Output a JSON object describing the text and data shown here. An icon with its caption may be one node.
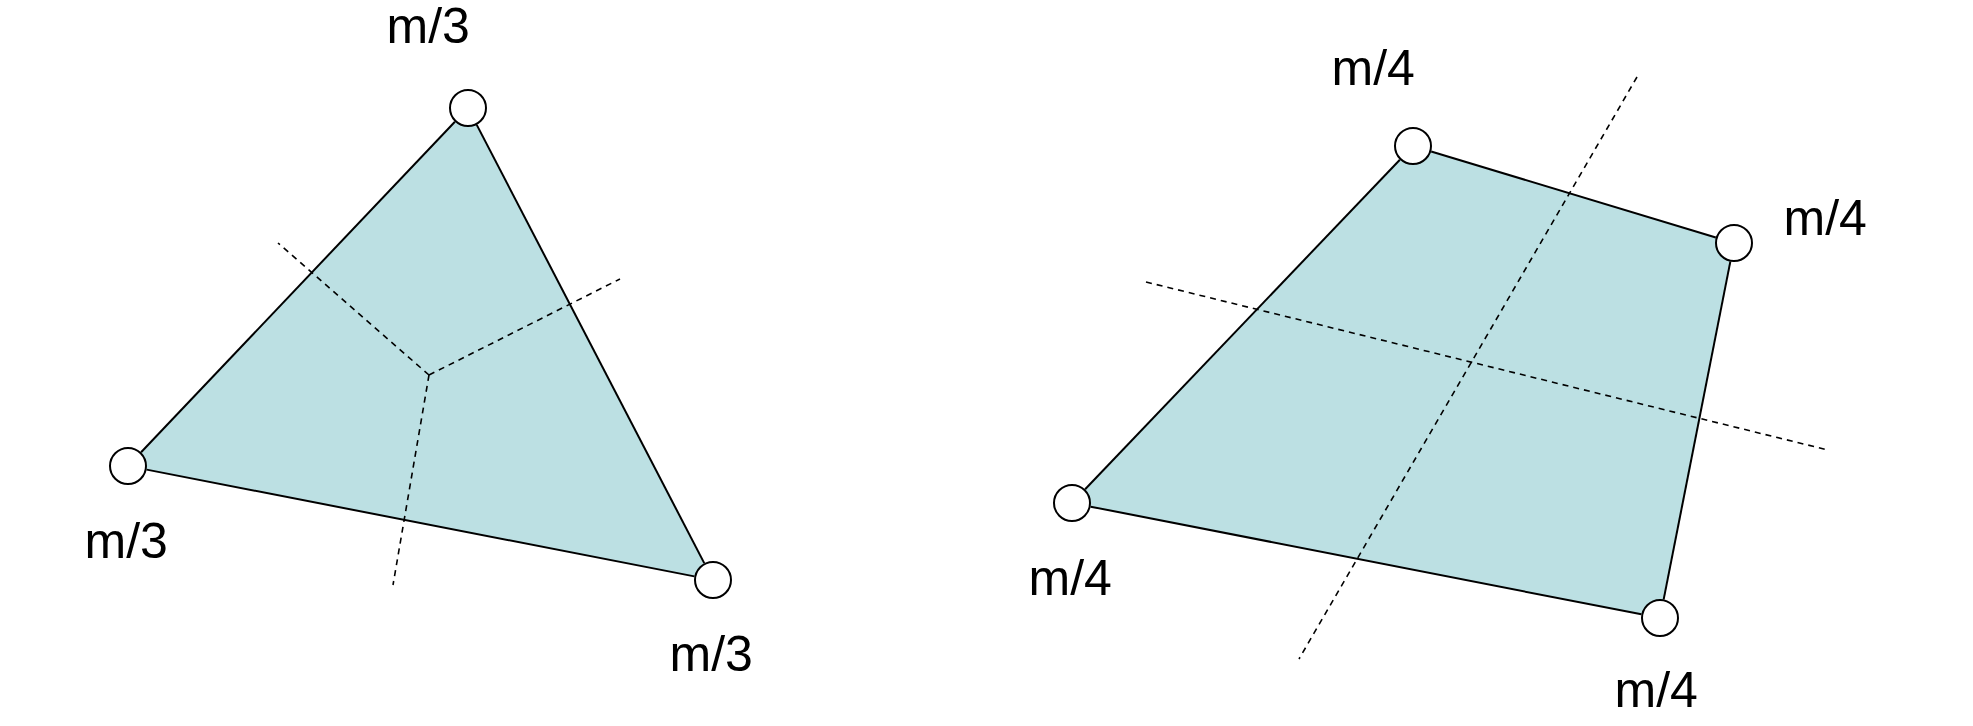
{
  "diagram": {
    "nodes": [
      {
        "text": [],
        "shape": "circle",
        "beside": [
          "m/3"
        ]
      },
      {
        "text": [],
        "shape": "circle",
        "beside": [
          "m/3"
        ]
      },
      {
        "text": [],
        "shape": "circle",
        "beside": [
          "m/3"
        ]
      },
      {
        "text": [],
        "shape": "circle",
        "beside": [
          "m/4"
        ]
      },
      {
        "text": [],
        "shape": "circle",
        "beside": [
          "m/4"
        ]
      },
      {
        "text": [],
        "shape": "circle",
        "beside": [
          "m/4"
        ]
      },
      {
        "text": [],
        "shape": "circle",
        "beside": [
          "m/4"
        ]
      }
    ],
    "edges": [
      {
        "from": 0,
        "to": 1,
        "arrow": "none"
      },
      {
        "from": 0,
        "to": 2,
        "arrow": "none"
      },
      {
        "from": 1,
        "to": 2,
        "arrow": "none"
      },
      {
        "from": 3,
        "to": 4,
        "arrow": "none"
      },
      {
        "from": 4,
        "to": 5,
        "arrow": "none"
      },
      {
        "from": 5,
        "to": 6,
        "arrow": "none"
      },
      {
        "from": 6,
        "to": 3,
        "arrow": "none"
      }
    ]
  }
}
